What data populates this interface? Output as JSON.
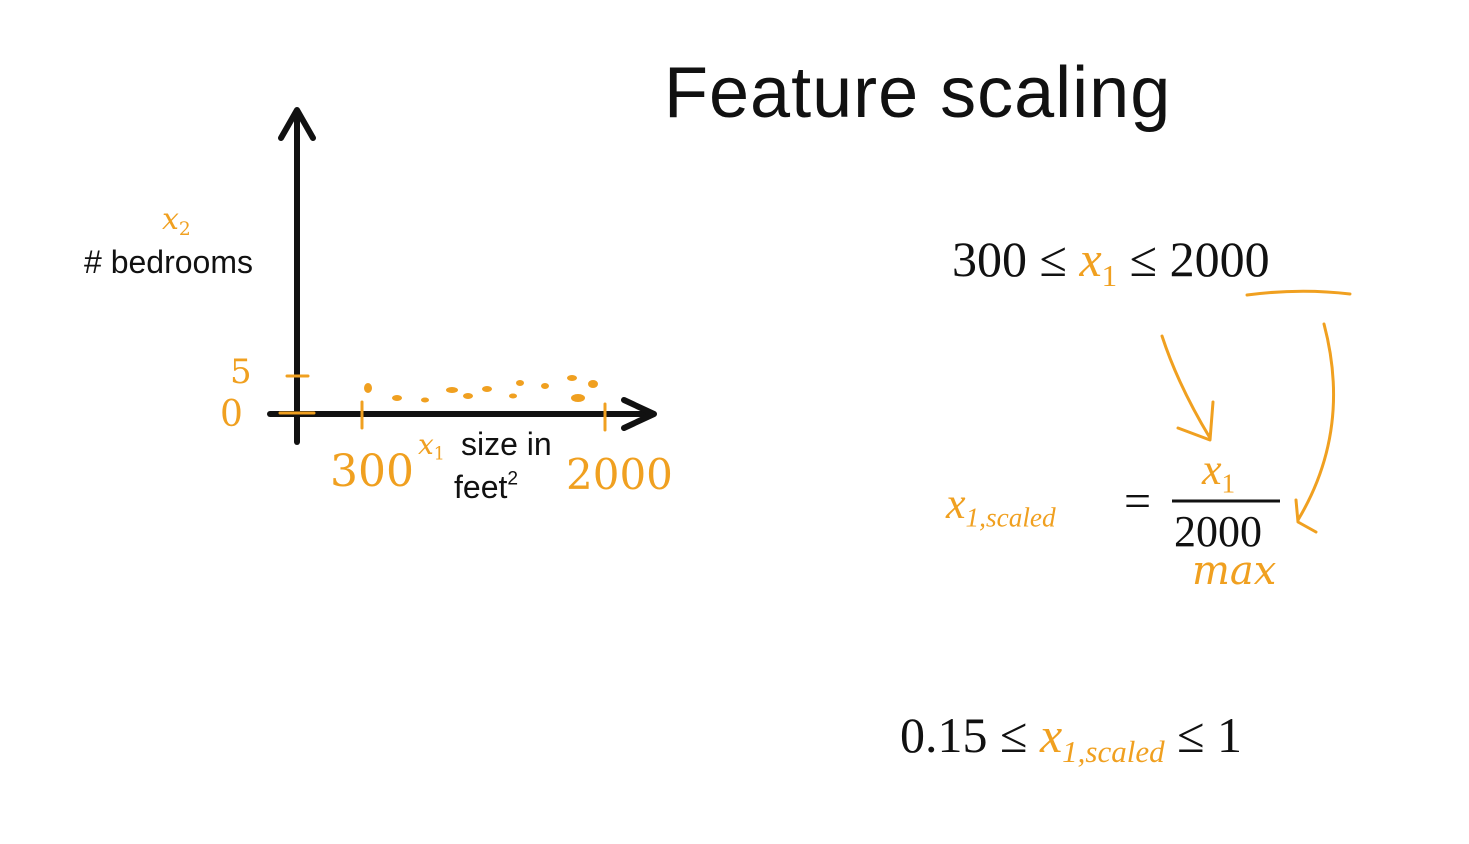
{
  "title": "Feature scaling",
  "plot": {
    "y_axis_label": "# bedrooms",
    "y_feature": "x",
    "y_feature_sub": "2",
    "y_tick_top": "5",
    "y_tick_bottom": "0",
    "x_axis_label_line1": "size in",
    "x_axis_label_line2": "feet",
    "x_axis_label_sup": "2",
    "x_feature": "x",
    "x_feature_sub": "1",
    "x_tick_min": "300",
    "x_tick_max": "2000"
  },
  "equations": {
    "range_left": "300 ≤ ",
    "range_var": "x",
    "range_var_sub": "1",
    "range_right": " ≤ 2000",
    "scaled_var": "x",
    "scaled_var_sub": "1,scaled",
    "equals": "=",
    "numerator_var": "x",
    "numerator_sub": "1",
    "denominator": "2000",
    "annotation": "max",
    "result_left": "0.15 ≤ ",
    "result_var": "x",
    "result_var_sub": "1,scaled",
    "result_right": " ≤ 1"
  },
  "colors": {
    "ink": "#111111",
    "highlight": "#f0a020"
  }
}
